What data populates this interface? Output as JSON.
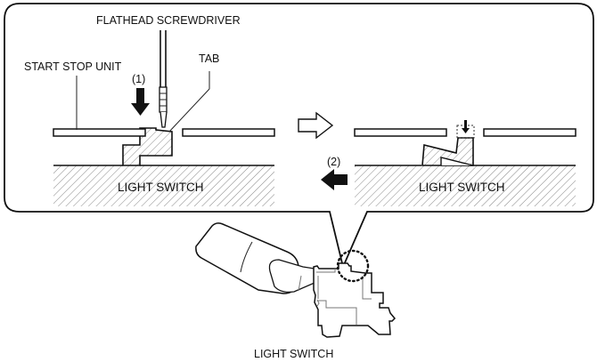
{
  "figure": {
    "description": "Start stop unit removal from light switch",
    "left_panel": {
      "screwdriver_label": "FLATHEAD SCREWDRIVER",
      "start_stop_label": "START STOP UNIT",
      "tab_label": "TAB",
      "step_label": "(1)",
      "base_label": "LIGHT SWITCH"
    },
    "right_panel": {
      "step_label": "(2)",
      "base_label": "LIGHT SWITCH"
    },
    "bottom": {
      "component_label": "LIGHT SWITCH"
    },
    "icons": {
      "step1_arrow": "arrow-down-icon",
      "transition_arrow": "arrow-right-outline-icon",
      "step2_arrow": "arrow-left-icon",
      "tab_press_arrow": "arrow-down-small-icon"
    }
  }
}
